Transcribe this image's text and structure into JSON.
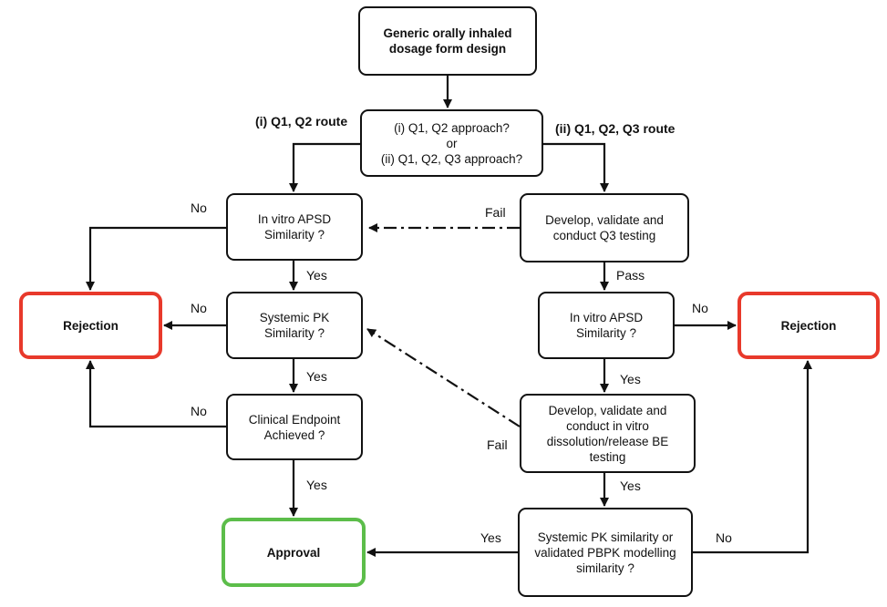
{
  "nodes": {
    "start": "Generic orally inhaled\ndosage form design",
    "decision": "(i) Q1, Q2 approach?\nor\n(ii) Q1, Q2, Q3 approach?",
    "left_apsd": "In vitro APSD\nSimilarity ?",
    "left_pk": "Systemic PK\nSimilarity ?",
    "clinical": "Clinical Endpoint\nAchieved ?",
    "rejection_left": "Rejection",
    "approval": "Approval",
    "q3_testing": "Develop, validate and\nconduct Q3 testing",
    "right_apsd": "In vitro APSD\nSimilarity ?",
    "rejection_right": "Rejection",
    "dissolution": "Develop, validate and\nconduct in vitro\ndissolution/release BE\ntesting",
    "pbpk": "Systemic PK similarity or\nvalidated PBPK modelling\nsimilarity ?"
  },
  "labels": {
    "route_i": "(i) Q1, Q2 route",
    "route_ii": "(ii) Q1, Q2, Q3 route",
    "no_apsd_left": "No",
    "yes_apsd_left": "Yes",
    "no_pk_left": "No",
    "yes_pk_left": "Yes",
    "no_clinical": "No",
    "yes_clinical": "Yes",
    "fail_q3": "Fail",
    "pass_q3": "Pass",
    "no_apsd_right": "No",
    "yes_apsd_right": "Yes",
    "fail_dissolution": "Fail",
    "yes_dissolution": "Yes",
    "yes_pbpk": "Yes",
    "no_pbpk": "No"
  },
  "colors": {
    "rejection_border": "#e8392b",
    "approval_border": "#5cbd4a",
    "line": "#111111"
  }
}
